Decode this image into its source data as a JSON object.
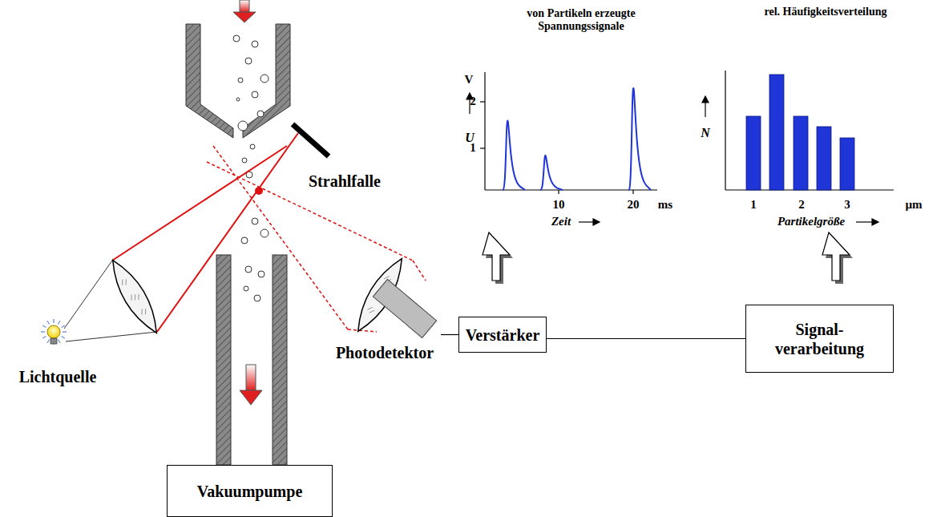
{
  "diagram": {
    "nodes": [
      {
        "text": [
          "Photodetektor"
        ]
      },
      {
        "text": [
          "Verstärker"
        ]
      },
      {
        "text": [
          "Signal- verarbeitung"
        ]
      },
      {
        "text": [
          "Vakuumpumpe"
        ]
      }
    ],
    "edges": [
      {
        "from": 0,
        "to": 1,
        "arrow": "none"
      },
      {
        "from": 1,
        "to": 2,
        "arrow": "none"
      }
    ],
    "labels": [
      "Strahlfalle",
      "Lichtquelle",
      "von Partikeln erzeugte Spannungssignale",
      "V",
      "U",
      "2",
      "1",
      "10",
      "20",
      "ms",
      "Zeit",
      "rel. Häufigkeitsverteilung",
      "N",
      "1",
      "2",
      "3",
      "µm",
      "Partikelgröße"
    ]
  }
}
